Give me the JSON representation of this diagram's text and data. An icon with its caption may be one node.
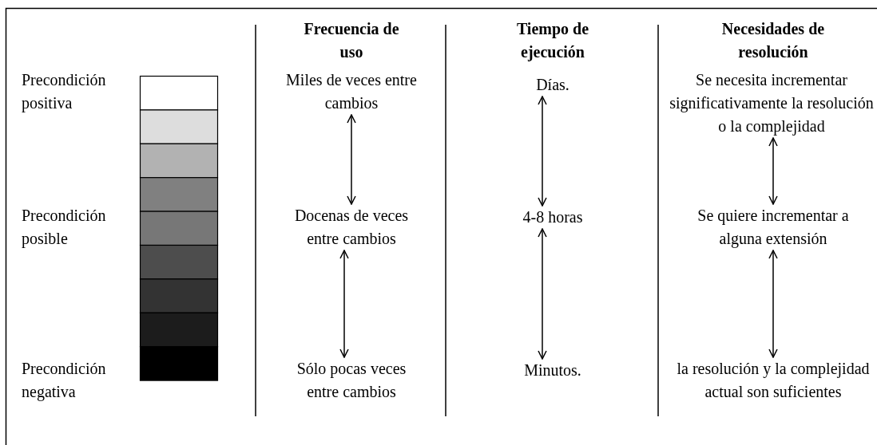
{
  "diagram": {
    "nodes": [
      {
        "text": [
          "Miles de veces entre cambios"
        ]
      },
      {
        "text": [
          "Docenas de veces entre cambios"
        ]
      },
      {
        "text": [
          "Sólo pocas veces entre cambios"
        ]
      },
      {
        "text": [
          "Días."
        ]
      },
      {
        "text": [
          "4-8 horas"
        ]
      },
      {
        "text": [
          "Minutos."
        ]
      },
      {
        "text": [
          "Se necesita incrementar significativamente la resolución o la complejidad"
        ]
      },
      {
        "text": [
          "Se quiere incrementar a alguna extensión"
        ]
      },
      {
        "text": [
          "la resolución y la complejidad actual son suficientes"
        ]
      }
    ],
    "edges": [
      {
        "from": 0,
        "to": 1,
        "arrow": "both"
      },
      {
        "from": 1,
        "to": 2,
        "arrow": "both"
      },
      {
        "from": 3,
        "to": 4,
        "arrow": "both"
      },
      {
        "from": 4,
        "to": 5,
        "arrow": "both"
      },
      {
        "from": 6,
        "to": 7,
        "arrow": "both"
      },
      {
        "from": 7,
        "to": 8,
        "arrow": "both"
      }
    ],
    "labels": [
      "Frecuencia de uso",
      "Tiempo de ejecución",
      "Necesidades de resolución",
      "Precondición positiva",
      "Precondición posible",
      "Precondición negativa"
    ]
  }
}
